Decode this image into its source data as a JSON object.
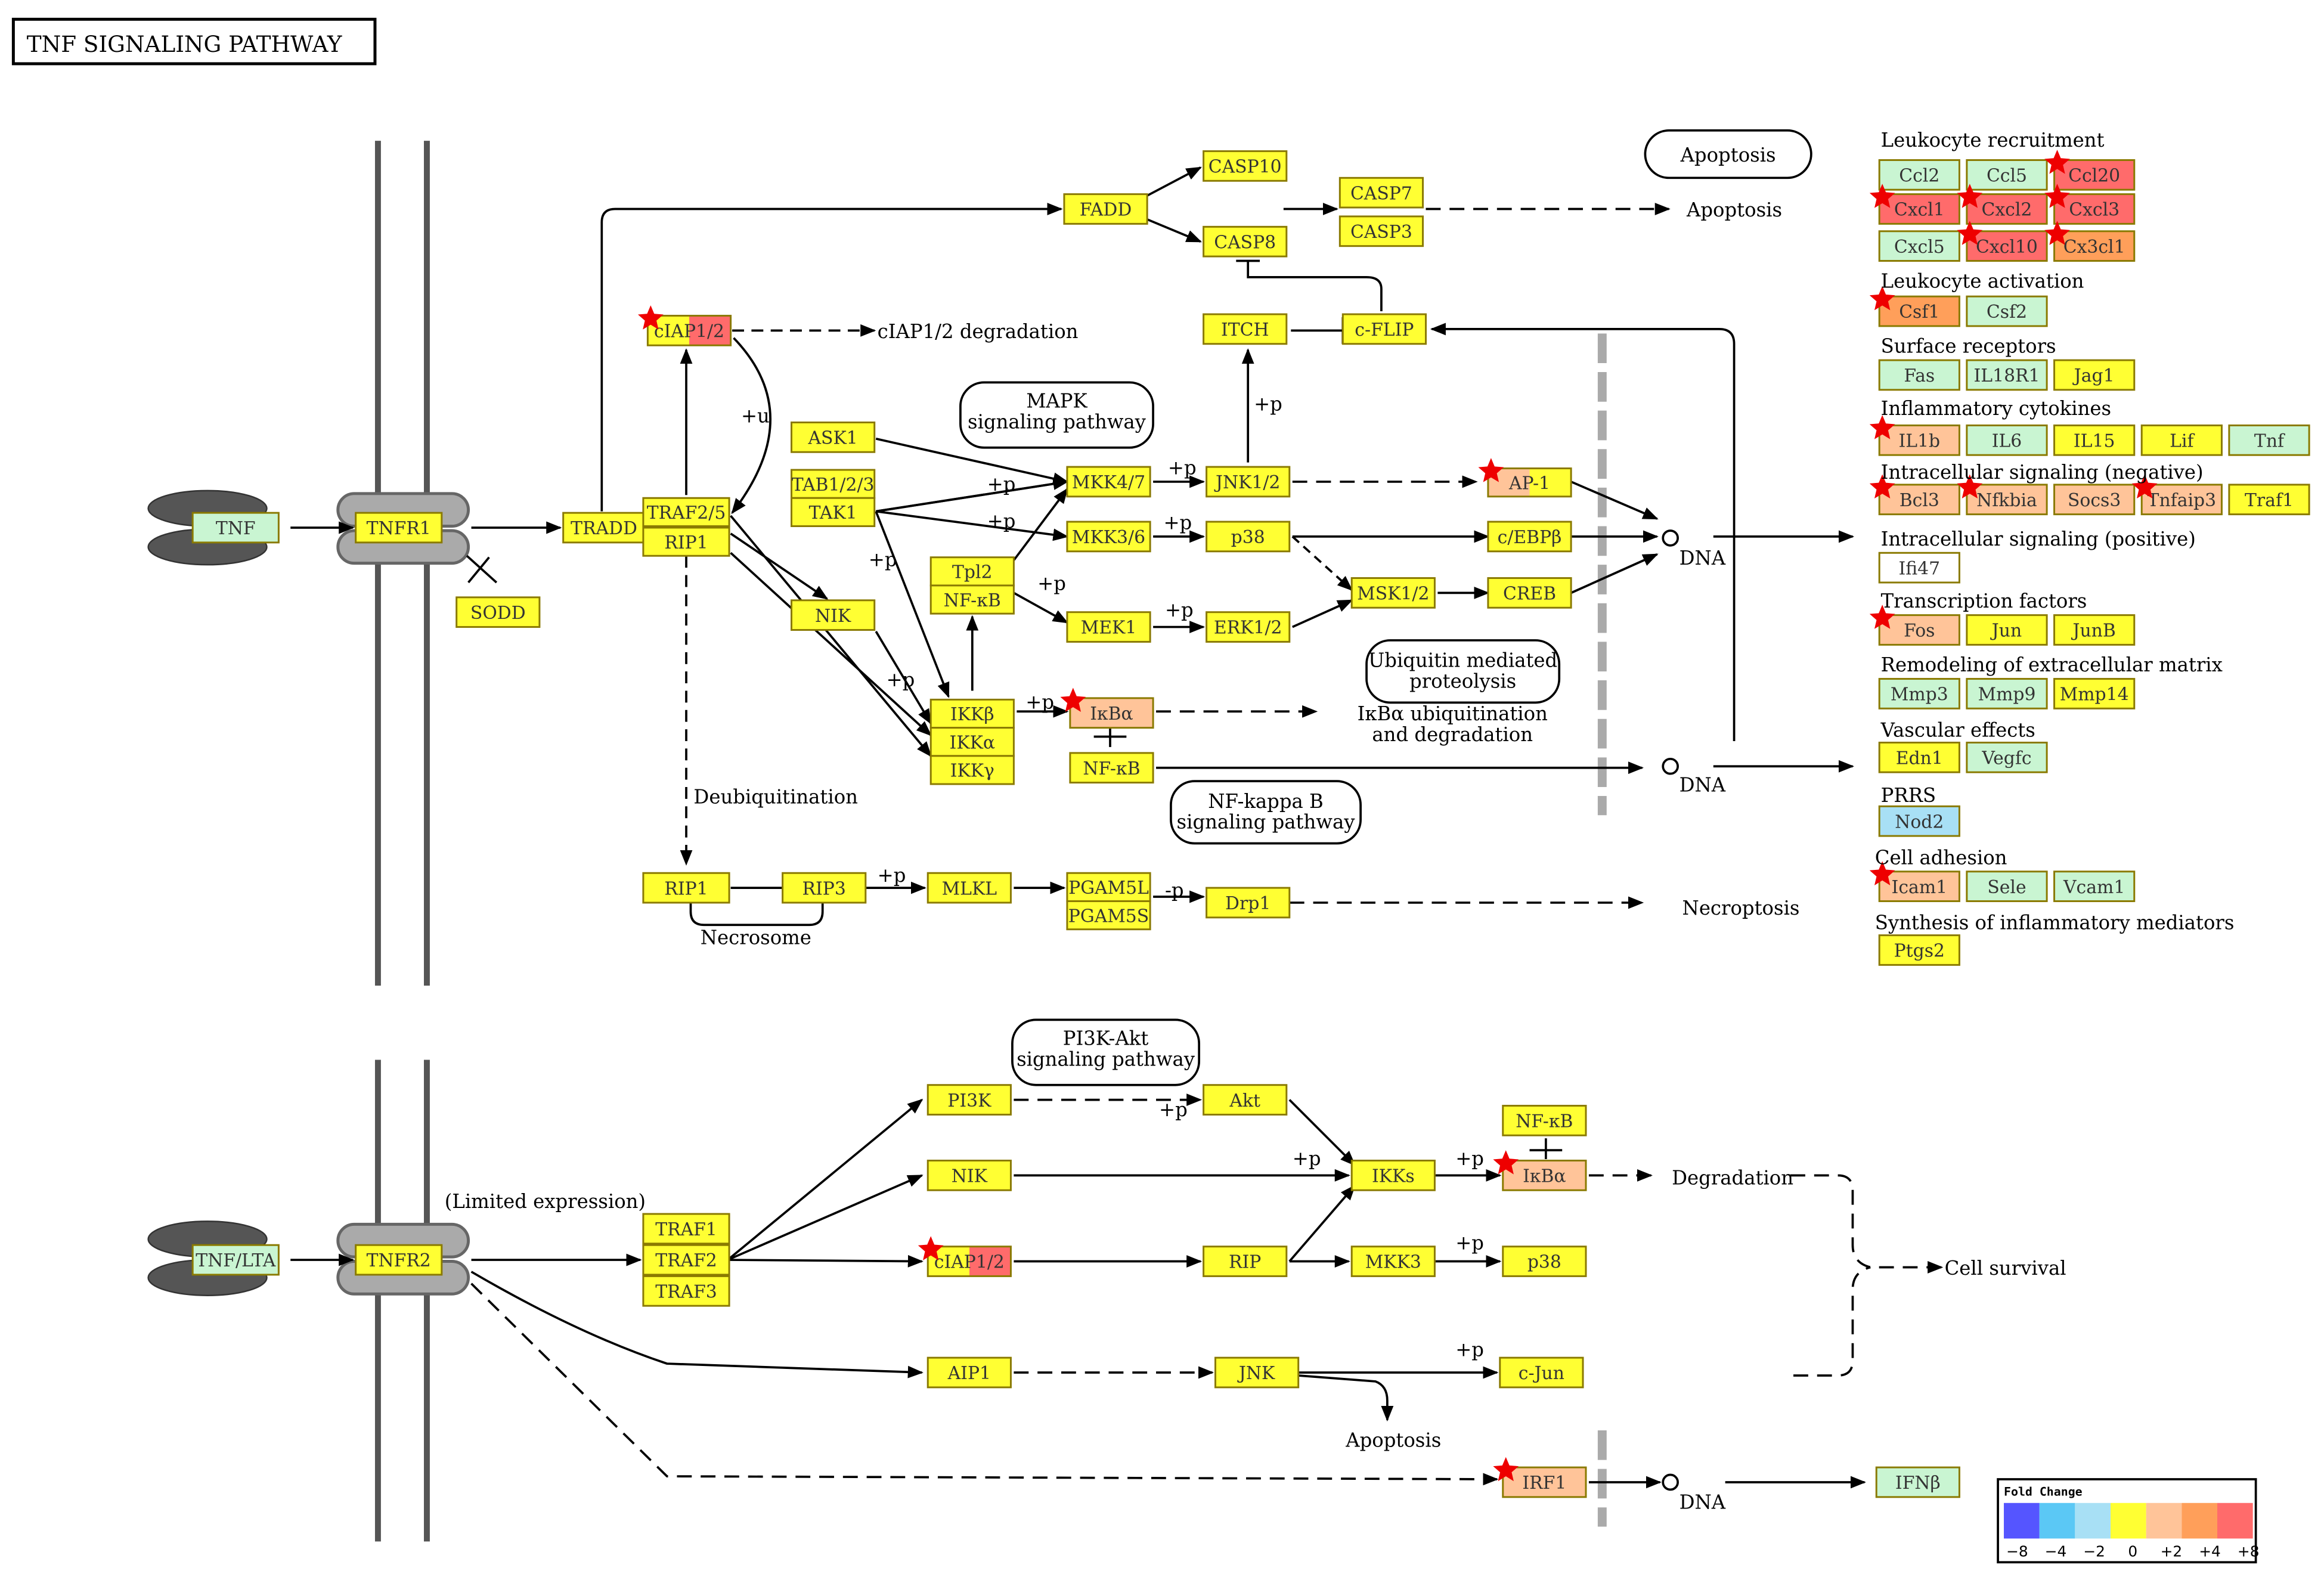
{
  "title": "TNF SIGNALING PATHWAY",
  "colors": {
    "yellow": "#FFFF33",
    "pale_orange": "#FFC499",
    "orange": "#FF9F5A",
    "red": "#FF6B6B",
    "green": "#C9F5D2",
    "blue": "#A8E0F5",
    "white": "#FFFFFF",
    "star": "#EE0000"
  },
  "genes": [
    {
      "id": "tnf",
      "label": "TNF",
      "color": "green"
    },
    {
      "id": "tnfr1",
      "label": "TNFR1",
      "color": "yellow"
    },
    {
      "id": "sodd",
      "label": "SODD",
      "color": "yellow"
    },
    {
      "id": "tradd",
      "label": "TRADD",
      "color": "yellow"
    },
    {
      "id": "traf25",
      "label": "TRAF2/5",
      "color": "yellow"
    },
    {
      "id": "rip1a",
      "label": "RIP1",
      "color": "yellow"
    },
    {
      "id": "ciap12a",
      "label": "cIAP1/2",
      "color": "split",
      "star": true
    },
    {
      "id": "fadd",
      "label": "FADD",
      "color": "yellow"
    },
    {
      "id": "casp10",
      "label": "CASP10",
      "color": "yellow"
    },
    {
      "id": "casp8",
      "label": "CASP8",
      "color": "yellow"
    },
    {
      "id": "casp7",
      "label": "CASP7",
      "color": "yellow"
    },
    {
      "id": "casp3",
      "label": "CASP3",
      "color": "yellow"
    },
    {
      "id": "itch",
      "label": "ITCH",
      "color": "yellow"
    },
    {
      "id": "cflip",
      "label": "c-FLIP",
      "color": "yellow"
    },
    {
      "id": "ask1",
      "label": "ASK1",
      "color": "yellow"
    },
    {
      "id": "tab123",
      "label": "TAB1/2/3",
      "color": "yellow"
    },
    {
      "id": "tak1",
      "label": "TAK1",
      "color": "yellow"
    },
    {
      "id": "nik1",
      "label": "NIK",
      "color": "yellow"
    },
    {
      "id": "tpl2",
      "label": "Tpl2",
      "color": "yellow"
    },
    {
      "id": "nfkb1",
      "label": "NF-κB",
      "color": "yellow"
    },
    {
      "id": "mkk47",
      "label": "MKK4/7",
      "color": "yellow"
    },
    {
      "id": "mkk36",
      "label": "MKK3/6",
      "color": "yellow"
    },
    {
      "id": "mek1",
      "label": "MEK1",
      "color": "yellow"
    },
    {
      "id": "jnk12",
      "label": "JNK1/2",
      "color": "yellow"
    },
    {
      "id": "p38a",
      "label": "p38",
      "color": "yellow"
    },
    {
      "id": "erk12",
      "label": "ERK1/2",
      "color": "yellow"
    },
    {
      "id": "ap1",
      "label": "AP-1",
      "color": "split2",
      "star": true
    },
    {
      "id": "cebpb",
      "label": "c/EBPβ",
      "color": "yellow"
    },
    {
      "id": "msk12",
      "label": "MSK1/2",
      "color": "yellow"
    },
    {
      "id": "creb",
      "label": "CREB",
      "color": "yellow"
    },
    {
      "id": "ikkb",
      "label": "IKKβ",
      "color": "yellow"
    },
    {
      "id": "ikka",
      "label": "IKKα",
      "color": "yellow"
    },
    {
      "id": "ikkg",
      "label": "IKKγ",
      "color": "yellow"
    },
    {
      "id": "ikba1",
      "label": "IκBα",
      "color": "pale_orange",
      "star": true
    },
    {
      "id": "nfkb2",
      "label": "NF-κB",
      "color": "yellow"
    },
    {
      "id": "rip1b",
      "label": "RIP1",
      "color": "yellow"
    },
    {
      "id": "rip3",
      "label": "RIP3",
      "color": "yellow"
    },
    {
      "id": "mlkl",
      "label": "MLKL",
      "color": "yellow"
    },
    {
      "id": "pgamsl",
      "label": "PGAM5L",
      "color": "yellow"
    },
    {
      "id": "pgamss",
      "label": "PGAM5S",
      "color": "yellow"
    },
    {
      "id": "drp1",
      "label": "Drp1",
      "color": "yellow"
    },
    {
      "id": "tnflta",
      "label": "TNF/LTA",
      "color": "green"
    },
    {
      "id": "tnfr2",
      "label": "TNFR2",
      "color": "yellow"
    },
    {
      "id": "traf1",
      "label": "TRAF1",
      "color": "yellow"
    },
    {
      "id": "traf2",
      "label": "TRAF2",
      "color": "yellow"
    },
    {
      "id": "traf3",
      "label": "TRAF3",
      "color": "yellow"
    },
    {
      "id": "pi3k",
      "label": "PI3K",
      "color": "yellow"
    },
    {
      "id": "akt",
      "label": "Akt",
      "color": "yellow"
    },
    {
      "id": "nik2",
      "label": "NIK",
      "color": "yellow"
    },
    {
      "id": "ciap12b",
      "label": "cIAP1/2",
      "color": "split",
      "star": true
    },
    {
      "id": "rip",
      "label": "RIP",
      "color": "yellow"
    },
    {
      "id": "ikks",
      "label": "IKKs",
      "color": "yellow"
    },
    {
      "id": "mkk3",
      "label": "MKK3",
      "color": "yellow"
    },
    {
      "id": "p38b",
      "label": "p38",
      "color": "yellow"
    },
    {
      "id": "nfkb3",
      "label": "NF-κB",
      "color": "yellow"
    },
    {
      "id": "ikba2",
      "label": "IκBα",
      "color": "pale_orange",
      "star": true
    },
    {
      "id": "aip1",
      "label": "AIP1",
      "color": "yellow"
    },
    {
      "id": "jnk",
      "label": "JNK",
      "color": "yellow"
    },
    {
      "id": "cjun",
      "label": "c-Jun",
      "color": "yellow"
    },
    {
      "id": "irf1",
      "label": "IRF1",
      "color": "pale_orange",
      "star": true
    },
    {
      "id": "ifnb",
      "label": "IFNβ",
      "color": "green"
    },
    {
      "id": "ccl2",
      "label": "Ccl2",
      "color": "green"
    },
    {
      "id": "ccl5",
      "label": "Ccl5",
      "color": "green"
    },
    {
      "id": "ccl20",
      "label": "Ccl20",
      "color": "red",
      "star": true
    },
    {
      "id": "cxcl1",
      "label": "Cxcl1",
      "color": "red",
      "star": true
    },
    {
      "id": "cxcl2",
      "label": "Cxcl2",
      "color": "red",
      "star": true
    },
    {
      "id": "cxcl3",
      "label": "Cxcl3",
      "color": "red",
      "star": true
    },
    {
      "id": "cxcl5",
      "label": "Cxcl5",
      "color": "green"
    },
    {
      "id": "cxcl10",
      "label": "Cxcl10",
      "color": "red",
      "star": true
    },
    {
      "id": "cx3cl1",
      "label": "Cx3cl1",
      "color": "orange",
      "star": true
    },
    {
      "id": "csf1",
      "label": "Csf1",
      "color": "orange",
      "star": true
    },
    {
      "id": "csf2",
      "label": "Csf2",
      "color": "green"
    },
    {
      "id": "fas",
      "label": "Fas",
      "color": "green"
    },
    {
      "id": "il18r1",
      "label": "IL18R1",
      "color": "green"
    },
    {
      "id": "jag1",
      "label": "Jag1",
      "color": "yellow"
    },
    {
      "id": "il1b",
      "label": "IL1b",
      "color": "pale_orange",
      "star": true
    },
    {
      "id": "il6",
      "label": "IL6",
      "color": "green"
    },
    {
      "id": "il15",
      "label": "IL15",
      "color": "yellow"
    },
    {
      "id": "lif",
      "label": "Lif",
      "color": "yellow"
    },
    {
      "id": "tnf2",
      "label": "Tnf",
      "color": "green"
    },
    {
      "id": "bcl3",
      "label": "Bcl3",
      "color": "pale_orange",
      "star": true
    },
    {
      "id": "nfkbia",
      "label": "Nfkbia",
      "color": "pale_orange",
      "star": true
    },
    {
      "id": "socs3",
      "label": "Socs3",
      "color": "pale_orange"
    },
    {
      "id": "tnfaip3",
      "label": "Tnfaip3",
      "color": "pale_orange",
      "star": true
    },
    {
      "id": "traf1b",
      "label": "Traf1",
      "color": "yellow"
    },
    {
      "id": "ifi47",
      "label": "Ifi47",
      "color": "white"
    },
    {
      "id": "fos",
      "label": "Fos",
      "color": "pale_orange",
      "star": true
    },
    {
      "id": "jun",
      "label": "Jun",
      "color": "yellow"
    },
    {
      "id": "junb",
      "label": "JunB",
      "color": "yellow"
    },
    {
      "id": "mmp3",
      "label": "Mmp3",
      "color": "green"
    },
    {
      "id": "mmp9",
      "label": "Mmp9",
      "color": "green"
    },
    {
      "id": "mmp14",
      "label": "Mmp14",
      "color": "yellow"
    },
    {
      "id": "edn1",
      "label": "Edn1",
      "color": "yellow"
    },
    {
      "id": "vegfc",
      "label": "Vegfc",
      "color": "green"
    },
    {
      "id": "nod2",
      "label": "Nod2",
      "color": "blue"
    },
    {
      "id": "icam1",
      "label": "Icam1",
      "color": "pale_orange",
      "star": true
    },
    {
      "id": "sele",
      "label": "Sele",
      "color": "green"
    },
    {
      "id": "vcam1",
      "label": "Vcam1",
      "color": "green"
    },
    {
      "id": "ptgs2",
      "label": "Ptgs2",
      "color": "yellow"
    }
  ],
  "labels": [
    {
      "id": "ciap-deg",
      "text": "cIAP1/2 degradation"
    },
    {
      "id": "mapk",
      "text": "MAPK"
    },
    {
      "id": "mapk2",
      "text": "signaling pathway"
    },
    {
      "id": "apoptosis-box",
      "text": "Apoptosis"
    },
    {
      "id": "apoptosis1",
      "text": "Apoptosis"
    },
    {
      "id": "ubq1",
      "text": "Ubiquitin mediated"
    },
    {
      "id": "ubq2",
      "text": "proteolysis"
    },
    {
      "id": "ikba-deg1",
      "text": "IκBα ubiquitination"
    },
    {
      "id": "ikba-deg2",
      "text": "and degradation"
    },
    {
      "id": "nfkbpath1",
      "text": "NF-kappa B"
    },
    {
      "id": "nfkbpath2",
      "text": "signaling pathway"
    },
    {
      "id": "deubiq",
      "text": "Deubiquitination"
    },
    {
      "id": "necrosome",
      "text": "Necrosome"
    },
    {
      "id": "necroptosis",
      "text": "Necroptosis"
    },
    {
      "id": "dna1",
      "text": "DNA"
    },
    {
      "id": "dna2",
      "text": "DNA"
    },
    {
      "id": "dna3",
      "text": "DNA"
    },
    {
      "id": "pi3kpath1",
      "text": "PI3K-Akt"
    },
    {
      "id": "pi3kpath2",
      "text": "signaling pathway"
    },
    {
      "id": "limited",
      "text": "(Limited expression)"
    },
    {
      "id": "degradation",
      "text": "Degradation"
    },
    {
      "id": "cellsurvival",
      "text": "Cell survival"
    },
    {
      "id": "apoptosis2",
      "text": "Apoptosis"
    },
    {
      "id": "cat1",
      "text": "Leukocyte recruitment"
    },
    {
      "id": "cat2",
      "text": "Leukocyte activation"
    },
    {
      "id": "cat3",
      "text": "Surface receptors"
    },
    {
      "id": "cat4",
      "text": "Inflammatory cytokines"
    },
    {
      "id": "cat5",
      "text": "Intracellular signaling (negative)"
    },
    {
      "id": "cat6",
      "text": "Intracellular signaling (positive)"
    },
    {
      "id": "cat7",
      "text": "Transcription factors"
    },
    {
      "id": "cat8",
      "text": "Remodeling of extracellular matrix"
    },
    {
      "id": "cat9",
      "text": "Vascular effects"
    },
    {
      "id": "cat10",
      "text": "PRRS"
    },
    {
      "id": "cat11",
      "text": "Cell adhesion"
    },
    {
      "id": "cat12",
      "text": "Synthesis of inflammatory mediators"
    },
    {
      "id": "pu",
      "text": "+u"
    },
    {
      "id": "p1",
      "text": "+p"
    },
    {
      "id": "p2",
      "text": "+p"
    },
    {
      "id": "p3",
      "text": "+p"
    },
    {
      "id": "p4",
      "text": "+p"
    },
    {
      "id": "p5",
      "text": "+p"
    },
    {
      "id": "p6",
      "text": "+p"
    },
    {
      "id": "p7",
      "text": "+p"
    },
    {
      "id": "p8",
      "text": "+p"
    },
    {
      "id": "p9",
      "text": "+p"
    },
    {
      "id": "p10",
      "text": "+p"
    },
    {
      "id": "p11",
      "text": "+p"
    },
    {
      "id": "p12",
      "text": "+p"
    },
    {
      "id": "p13",
      "text": "+p"
    },
    {
      "id": "p14",
      "text": "+p"
    },
    {
      "id": "p15",
      "text": "+p"
    },
    {
      "id": "p16",
      "text": "+p"
    },
    {
      "id": "mp",
      "text": "-p"
    }
  ],
  "legend": {
    "title": "Fold Change",
    "ticks": [
      "−8",
      "−4",
      "−2",
      "0",
      "+2",
      "+4",
      "+8"
    ],
    "colors": [
      "#5555FF",
      "#5BC8F5",
      "#A8E0F5",
      "#FFFF33",
      "#FFC499",
      "#FF9F5A",
      "#FF6B6B"
    ]
  }
}
